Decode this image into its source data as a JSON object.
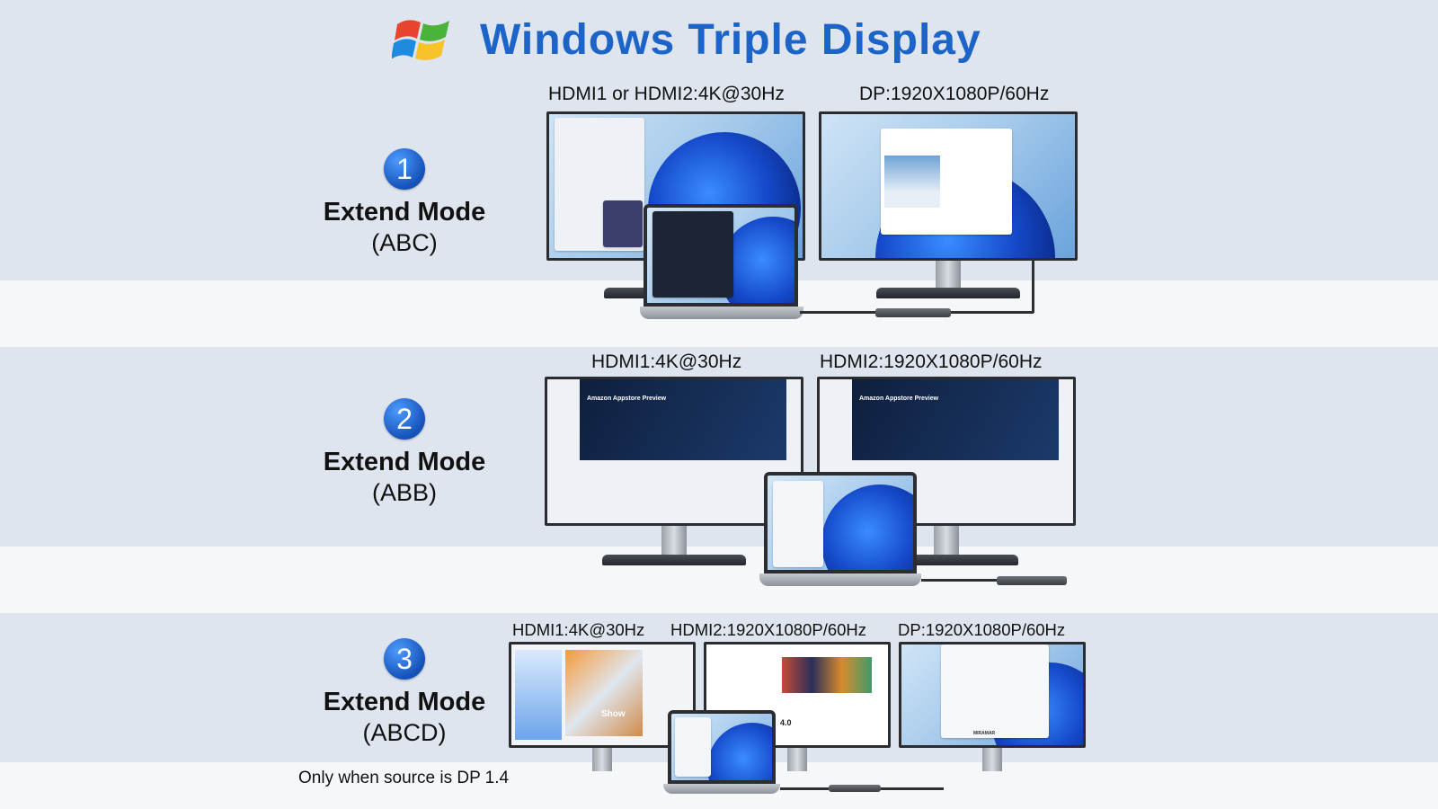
{
  "header": {
    "title": "Windows Triple Display",
    "logo_icon": "windows-logo-icon"
  },
  "colors": {
    "title_blue": "#1c64c8",
    "badge_blue": "#1552b8",
    "band_blue": "#dfe5ef"
  },
  "modes": [
    {
      "number": "1",
      "name": "Extend Mode",
      "sub": "(ABC)",
      "labels": [
        "HDMI1 or HDMI2:4K@30Hz",
        "DP:1920X1080P/60Hz"
      ]
    },
    {
      "number": "2",
      "name": "Extend Mode",
      "sub": "(ABB)",
      "labels": [
        "HDMI1:4K@30Hz",
        "HDMI2:1920X1080P/60Hz"
      ]
    },
    {
      "number": "3",
      "name": "Extend Mode",
      "sub": "(ABCD)",
      "labels": [
        "HDMI1:4K@30Hz",
        "HDMI2:1920X1080P/60Hz",
        "DP:1920X1080P/60Hz"
      ],
      "note": "Only when source is DP 1.4"
    }
  ],
  "screens": {
    "appstore_title": "Amazon Appstore Preview",
    "rating": "4.0",
    "brand": "MIRAMAR",
    "app_tile": "Show"
  }
}
